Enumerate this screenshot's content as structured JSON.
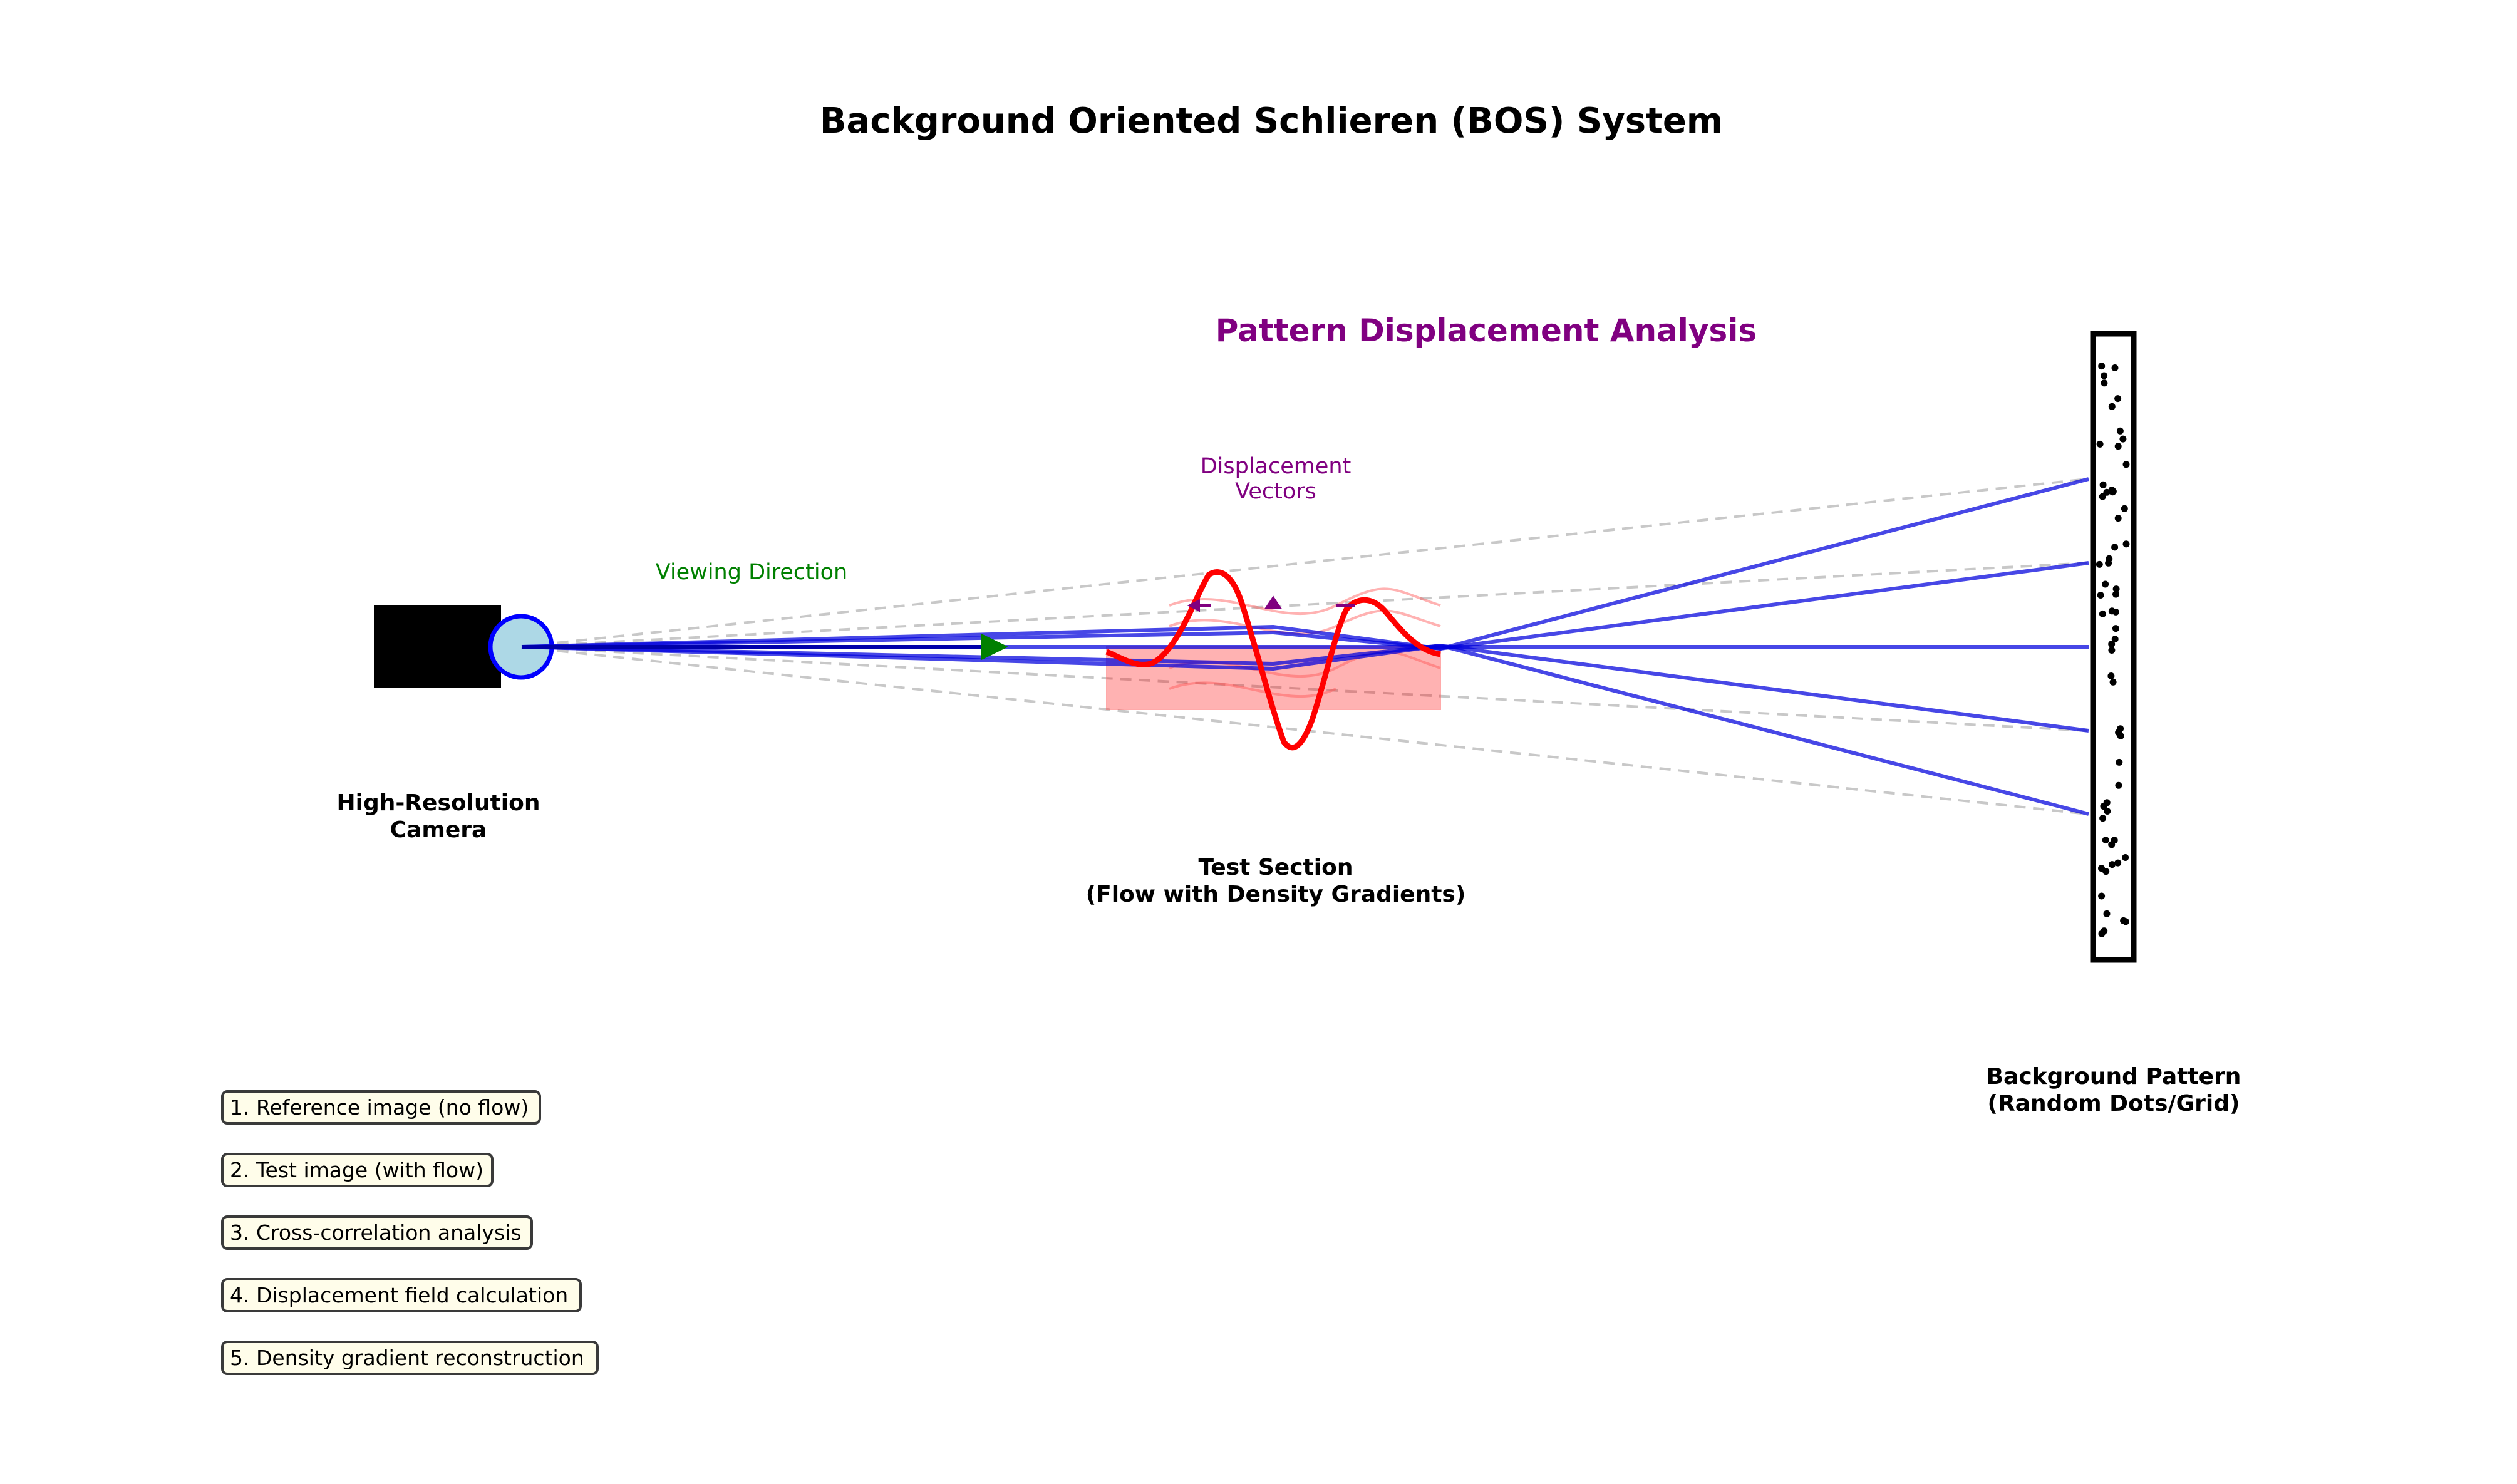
{
  "title": "Background Oriented Schlieren (BOS) System",
  "camera": {
    "label_line1": "High-Resolution",
    "label_line2": "Camera",
    "body_color": "#000000",
    "lens_color": "#add8e6",
    "lens_outline": "#0000ff"
  },
  "viewing_direction": {
    "label": "Viewing Direction",
    "color": "#008000"
  },
  "test_section": {
    "label_line1": "Test Section",
    "label_line2": "(Flow with Density Gradients)",
    "region_color": "#ff0000",
    "profile_color": "#ff0000"
  },
  "analysis": {
    "title": "Pattern Displacement Analysis",
    "vectors_label_line1": "Displacement",
    "vectors_label_line2": "Vectors",
    "color": "#800080"
  },
  "background_pattern": {
    "label_line1": "Background Pattern",
    "label_line2": "(Random Dots/Grid)"
  },
  "rays": {
    "color": "#0000dd",
    "reference_color": "#c8c8c8"
  },
  "steps": [
    "1. Reference image (no flow)",
    "2. Test image (with flow)",
    "3. Cross-correlation analysis",
    "4. Displacement field calculation",
    "5. Density gradient reconstruction"
  ]
}
